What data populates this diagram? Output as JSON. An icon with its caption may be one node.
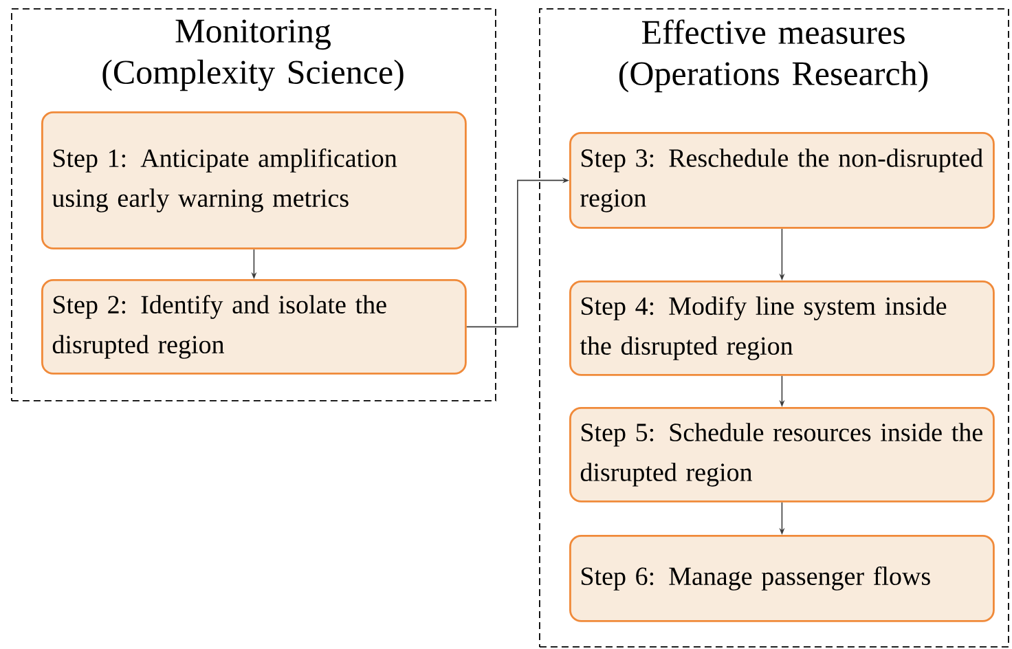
{
  "diagram": {
    "nodes": [
      {
        "text": [
          "Monitoring (Complexity Science)"
        ]
      },
      {
        "text": [
          "Step 1: Anticipate amplification using early warning metrics"
        ],
        "in": 0
      },
      {
        "text": [
          "Step 2: Identify and isolate the disrupted region"
        ],
        "in": 0
      },
      {
        "text": [
          "Effective measures (Operations Research)"
        ]
      },
      {
        "text": [
          "Step 3: Reschedule the non-disrupted region"
        ],
        "in": 3
      },
      {
        "text": [
          "Step 4: Modify line system inside the disrupted region"
        ],
        "in": 3
      },
      {
        "text": [
          "Step 5: Schedule resources inside the disrupted region"
        ],
        "in": 3
      },
      {
        "text": [
          "Step 6: Manage passenger flows"
        ],
        "in": 3
      }
    ],
    "edges": [
      {
        "from": 1,
        "to": 2,
        "arrow": "to"
      },
      {
        "from": 2,
        "to": 4,
        "arrow": "to"
      },
      {
        "from": 4,
        "to": 5,
        "arrow": "to"
      },
      {
        "from": 5,
        "to": 6,
        "arrow": "to"
      },
      {
        "from": 6,
        "to": 7,
        "arrow": "to"
      }
    ]
  }
}
